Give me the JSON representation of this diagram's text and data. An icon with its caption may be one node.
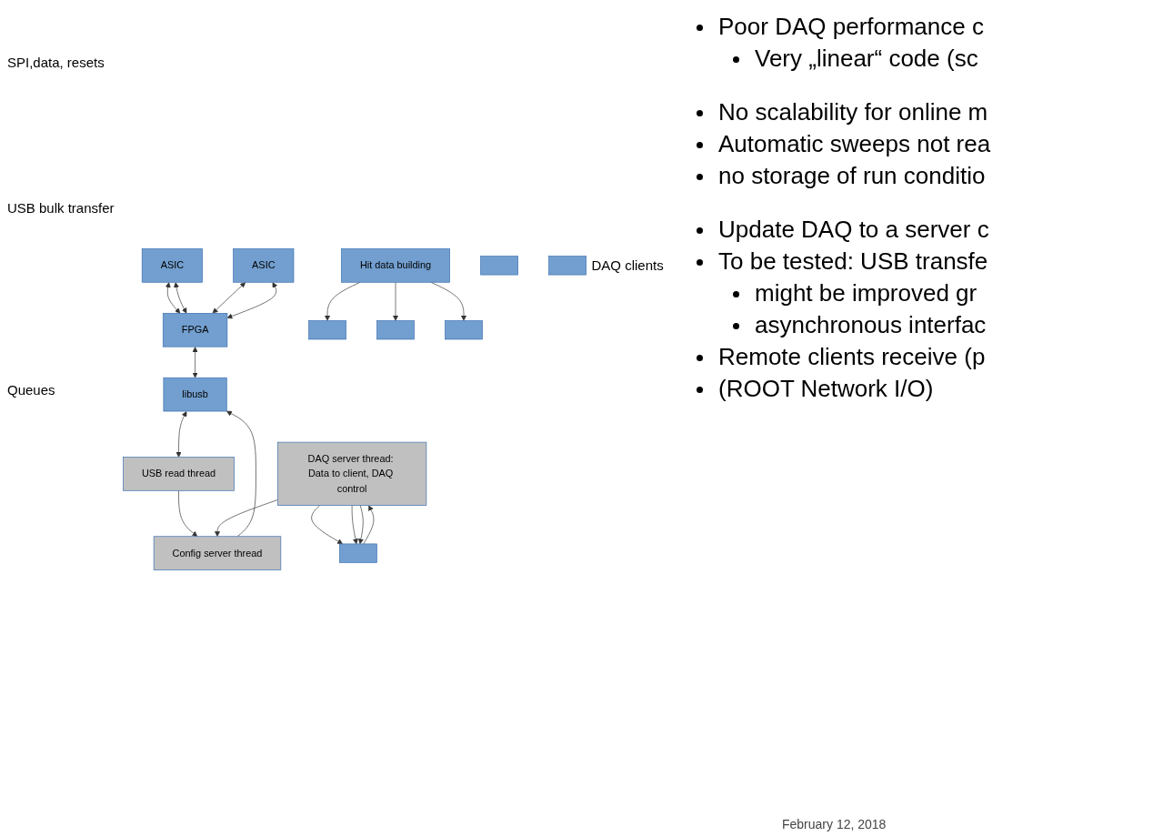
{
  "diagram": {
    "nodes": [
      {
        "text": [
          "ASIC"
        ]
      },
      {
        "text": [
          "ASIC"
        ]
      },
      {
        "text": [
          "FPGA"
        ]
      },
      {
        "text": [
          "libusb"
        ]
      },
      {
        "text": [
          "USB read thread"
        ]
      },
      {
        "text": [
          "Hit data building"
        ]
      },
      {
        "text": [],
        "shape": "box"
      },
      {
        "text": [],
        "shape": "box"
      },
      {
        "text": [],
        "shape": "box"
      },
      {
        "text": [
          "Config server thread"
        ]
      },
      {
        "text": [
          "DAQ server thread: Data to client, DAQ control"
        ]
      },
      {
        "text": [],
        "shape": "box"
      },
      {
        "text": [],
        "shape": "box"
      },
      {
        "text": [],
        "shape": "box",
        "beside": [
          "DAQ clients"
        ]
      }
    ],
    "edges": [
      {
        "from": 0,
        "to": 2,
        "arrow": "both"
      },
      {
        "from": 0,
        "to": 2,
        "arrow": "both"
      },
      {
        "from": 1,
        "to": 2,
        "arrow": "both"
      },
      {
        "from": 1,
        "to": 2,
        "arrow": "both"
      },
      {
        "from": 2,
        "to": 3,
        "arrow": "both"
      },
      {
        "from": 3,
        "to": 4,
        "arrow": "both"
      },
      {
        "from": 5,
        "to": 6,
        "arrow": "to"
      },
      {
        "from": 5,
        "to": 7,
        "arrow": "to"
      },
      {
        "from": 5,
        "to": 8,
        "arrow": "to"
      },
      {
        "from": 9,
        "to": 3,
        "arrow": "to"
      },
      {
        "from": 4,
        "to": 9,
        "arrow": "to"
      },
      {
        "from": 10,
        "to": 11,
        "arrow": "to"
      },
      {
        "from": 10,
        "to": 11,
        "arrow": "to"
      },
      {
        "from": 11,
        "to": 10,
        "arrow": "to"
      },
      {
        "from": 10,
        "to": 9,
        "arrow": "to"
      },
      {
        "from": 10,
        "to": 11,
        "arrow": "to"
      }
    ],
    "labels": [
      "SPI,data, resets",
      "USB bulk transfer",
      "Queues",
      "Poor DAQ performance c",
      "Very „linear“ code (sc",
      "No scalability for online m",
      "Automatic sweeps not rea",
      "no storage of run conditio",
      "Update DAQ to a server c",
      "To be tested: USB transfe",
      "might be improved gr",
      "asynchronous interfac",
      "Remote clients receive (p",
      "(ROOT Network I/O)",
      "February 12, 2018"
    ]
  }
}
